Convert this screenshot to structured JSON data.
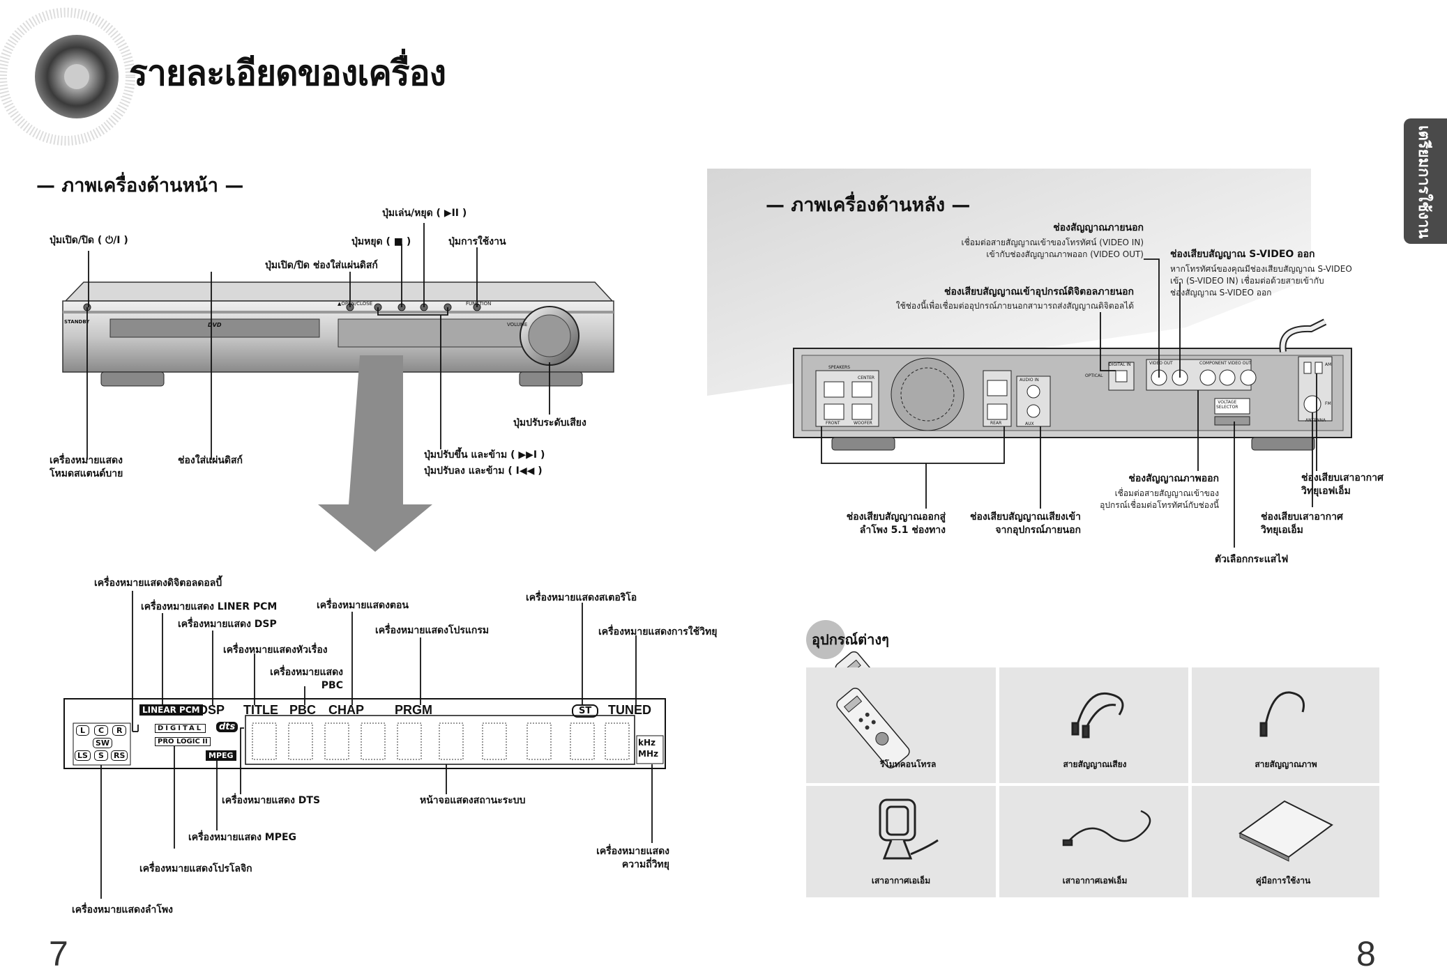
{
  "header": {
    "title": "รายละเอียดของเครื่อง",
    "side_tab": "เตรียมการใช้งาน"
  },
  "front": {
    "section_title": "— ภาพเครื่องด้านหน้า —",
    "labels": {
      "power": "ปุ่มเปิด/ปิด ( ⏻/I )",
      "play_pause": "ปุ่มเล่น/หยุด ( ▶II )",
      "stop": "ปุ่มหยุด ( ■ )",
      "function": "ปุ่มการใช้งาน",
      "open_close": "ปุ่มเปิด/ปิด ช่องใส่แผ่นดิสก์",
      "volume": "ปุ่มปรับระดับเสียง",
      "standby": "เครื่องหมายแสดง\nโหมดสแตนด์บาย",
      "disc_tray": "ช่องใส่แผ่นดิสก์",
      "skip_up": "ปุ่มปรับขึ้น และข้าม ( ▶▶I )",
      "skip_down": "ปุ่มปรับลง และข้าม ( I◀◀ )"
    },
    "device_text": {
      "standby": "STANDBY",
      "open_close": "▲OPEN/CLOSE",
      "function": "FUNCTION",
      "volume": "VOLUME",
      "dvd": "DVD"
    }
  },
  "display": {
    "labels": {
      "dolby_digital": "เครื่องหมายแสดงดิจิตอลดอลบี้",
      "linear_pcm": "เครื่องหมายแสดง LINER PCM",
      "dsp": "เครื่องหมายแสดง DSP",
      "title": "เครื่องหมายแสดงหัวเรื่อง",
      "pbc": "เครื่องหมายแสดง\nPBC",
      "chap": "เครื่องหมายแสดงตอน",
      "prgm": "เครื่องหมายแสดงโปรแกรม",
      "stereo": "เครื่องหมายแสดงสเตอริโอ",
      "tuned": "เครื่องหมายแสดงการใช้วิทยุ",
      "dts": "เครื่องหมายแสดง DTS",
      "status": "หน้าจอแสดงสถานะระบบ",
      "mpeg": "เครื่องหมายแสดง MPEG",
      "prologic": "เครื่องหมายแสดงโปรโลจิก",
      "freq": "เครื่องหมายแสดง\nความถี่วิทยุ",
      "speaker": "เครื่องหมายแสดงลำโพง"
    },
    "panel": {
      "linear_pcm": "LINEAR PCM",
      "dsp": "DSP",
      "title": "TITLE",
      "pbc": "PBC",
      "chap": "CHAP",
      "prgm": "PRGM",
      "st": "ST",
      "tuned": "TUNED",
      "digital": "DIGITAL",
      "prologic": "PRO LOGIC II",
      "mpeg": "MPEG",
      "dts": "dts",
      "khz": "kHz",
      "mhz": "MHz",
      "speakers": [
        "L",
        "C",
        "R",
        "SW",
        "LS",
        "S",
        "RS"
      ]
    }
  },
  "rear": {
    "section_title": "— ภาพเครื่องด้านหลัง —",
    "labels": {
      "ext_video_title": "ช่องสัญญาณภายนอก",
      "ext_video_desc": "เชื่อมต่อสายสัญญาณเข้าของโทรทัศน์ (VIDEO IN)\nเข้ากับช่องสัญญาณภาพออก (VIDEO OUT)",
      "digital_in_title": "ช่องเสียบสัญญาณเข้าอุปกรณ์ดิจิตอลภายนอก",
      "digital_in_desc": "ใช้ช่องนี้เพื่อเชื่อมต่ออุปกรณ์ภายนอกสามารถส่งสัญญาณดิจิตอลได้",
      "svideo_title": "ช่องเสียบสัญญาณ S-VIDEO ออก",
      "svideo_desc": "หากโทรทัศน์ของคุณมีช่องเสียบสัญญาณ S-VIDEO\nเข้า (S-VIDEO IN) เชื่อมต่อด้วยสายเข้ากับ\nช่องสัญญาณ S-VIDEO ออก",
      "speakers_out": "ช่องเสียบสัญญาณออกสู่\nลำโพง 5.1 ช่องทาง",
      "audio_in": "ช่องเสียบสัญญาณเสียงเข้า\nจากอุปกรณ์ภายนอก",
      "video_out_title": "ช่องสัญญาณภาพออก",
      "video_out_desc": "เชื่อมต่อสายสัญญาณเข้าของ\nอุปกรณ์เชื่อมต่อโทรทัศน์กับช่องนี้",
      "fm_antenna": "ช่องเสียบเสาอากาศ\nวิทยุเอฟเอ็ม",
      "am_antenna": "ช่องเสียบเสาอากาศ\nวิทยุเอเอ็ม",
      "voltage": "ตัวเลือกกระแสไฟ"
    },
    "device_text": {
      "speakers": "SPEAKERS",
      "center": "CENTER",
      "front": "FRONT",
      "woofer": "WOOFER",
      "rear": "REAR",
      "audio_in": "AUDIO IN",
      "aux": "AUX",
      "digital_in": "DIGITAL IN",
      "optical": "OPTICAL",
      "video_out": "VIDEO OUT",
      "component": "COMPONENT VIDEO OUT",
      "voltage_selector": "VOLTAGE\nSELECTOR",
      "antenna": "ANTENNA",
      "am": "AM",
      "fm": "FM"
    }
  },
  "accessories": {
    "heading": "อุปกรณ์ต่างๆ",
    "items": [
      "รีโมทคอนโทรล",
      "สายสัญญาณเสียง",
      "สายสัญญาณภาพ",
      "เสาอากาศเอเอ็ม",
      "เสาอากาศเอฟเอ็ม",
      "คู่มือการใช้งาน"
    ]
  },
  "pages": {
    "left": "7",
    "right": "8"
  },
  "colors": {
    "tab": "#4a4a4a",
    "tile": "#e5e5e5",
    "badge": "#bfbfbf"
  }
}
